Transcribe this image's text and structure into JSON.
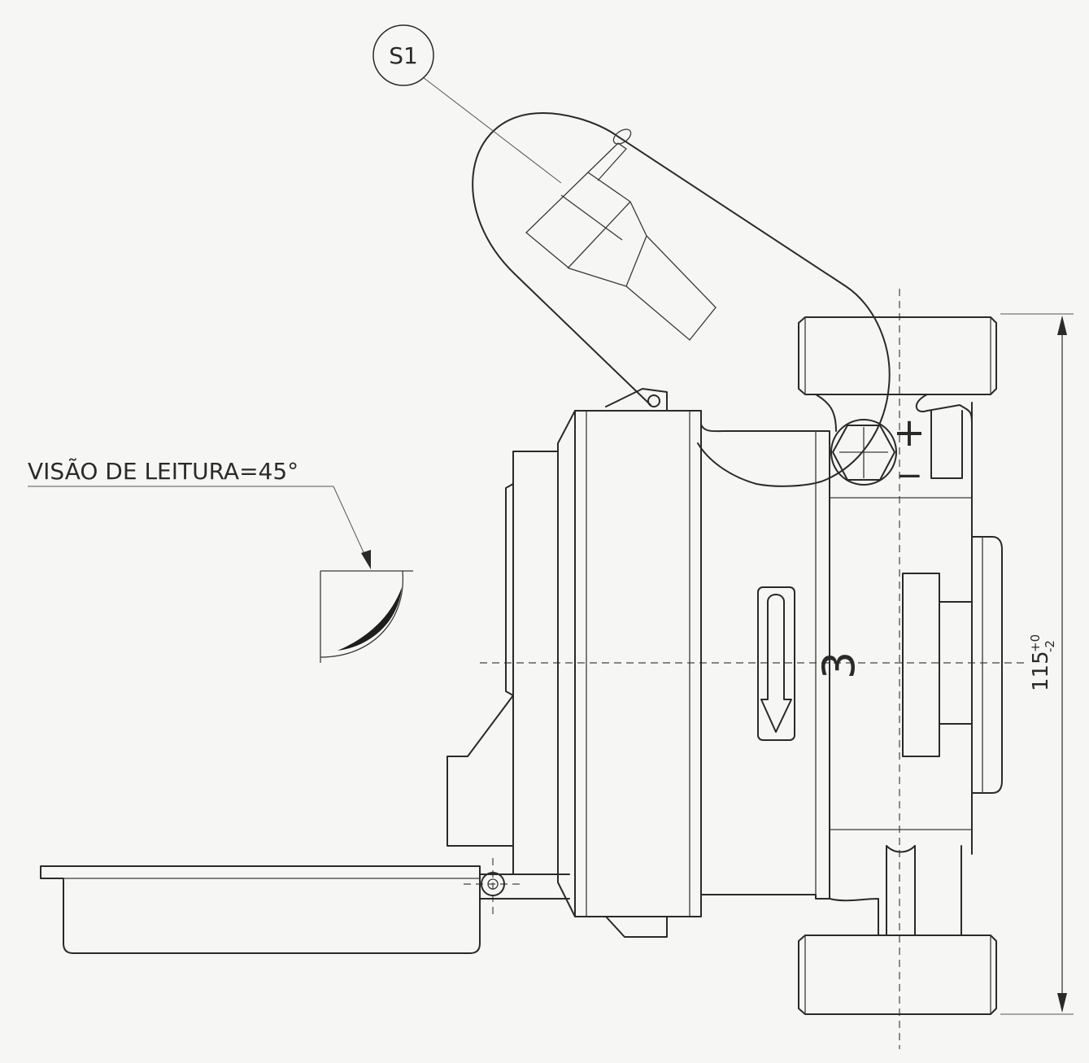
{
  "balloon": {
    "label": "S1"
  },
  "reading_note": {
    "text": "VISÃO DE LEITURA=45°"
  },
  "dimension": {
    "base": "115",
    "upper_tol": "+0",
    "lower_tol": "-2"
  },
  "marks": {
    "plus": "+",
    "minus": "−",
    "number": "3"
  }
}
